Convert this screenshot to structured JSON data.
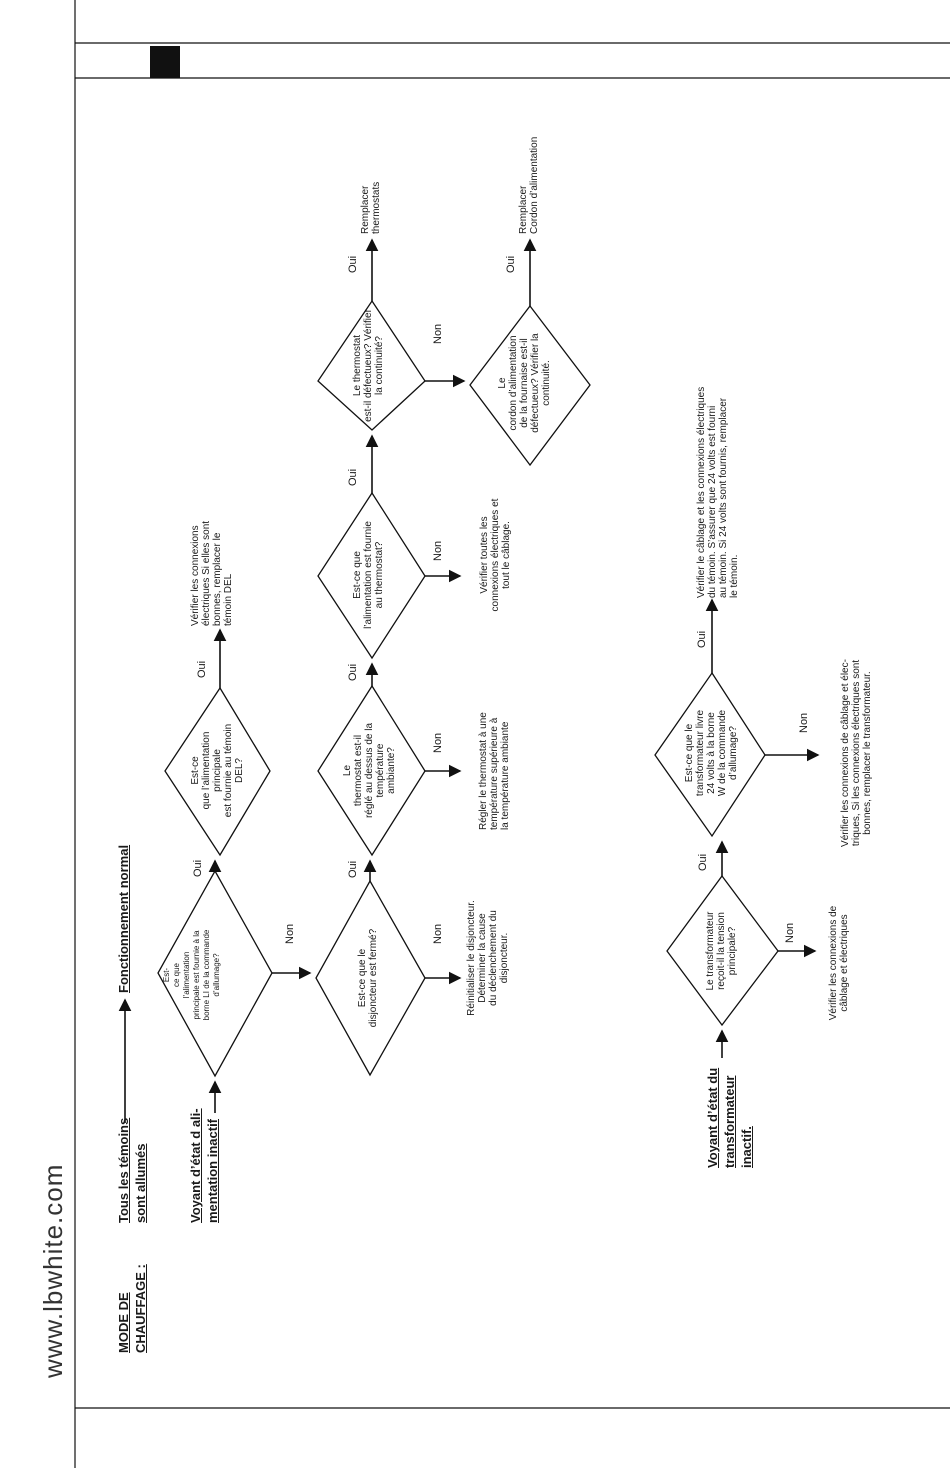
{
  "site": "www.lbwhite.com",
  "mode_label": "MODE DE\nCHAUFFAGE :",
  "normal": {
    "start": "Tous les témoins\nsont allumés",
    "result": "Fonctionnement normal"
  },
  "power": {
    "start": "Voyant d’état d ali-\nmentation inactif",
    "q1": "Est-\nce que\nl’alimentation\nprincipale est fournie à la\nborne LI de la commande\nd’allumage?",
    "q2": "Est-ce\nque l’alimentation\nprincipale\nest fournie au témoin\nDEL?",
    "q2_yes_action": "Vérifier les connexions\nélectriques Si elles sont\nbonnes, remplacer le\ntémoin DEL",
    "q3": "Est-ce que le\ndisjoncteur est fermé?",
    "q3_no_action": "Réinitialiser le disjoncteur.\nDéterminer la cause\ndu déclenchement du\ndisjoncteur.",
    "q4": "Le\nthermostat est-il\nréglé au dessus de la\ntempérature\nambiante?",
    "q4_no_action": "Régler le thermostat à une\ntempérature supérieure à\nla température ambiante",
    "q5": "Est-ce que\nl’alimentation est fournie\nau thermostat?",
    "q5_no_action": "Vérifier toutes les\nconnexions électriques et\ntout le câblage.",
    "q6": "Le thermostat\nest-il défectueux? Vérifier\nla continuité?",
    "q6_yes_action": "Remplacer\nthermostats",
    "q7": "Le\ncordon d’alimentation\nde la fournaise est-il\ndéfectueux? Vérifier la\ncontinuité.",
    "q7_yes_action": "Remplacer\nCordon d’alimentation"
  },
  "transformer": {
    "start": "Voyant d’état du\ntransformateur\ninactif.",
    "q1": "Le transformateur\nreçoit-il la tension\nprincipale?",
    "q1_no_action": "Vérifier les connexions de\ncâblage et électriques",
    "q2": "Est-ce que le\ntransformateur livre\n24 volts à la borne\nW de la commande\nd’allumage?",
    "q2_no_action": "Vérifier les connexions de câblage et élec-\ntriques, Si les connexions électriques sont\nbonnes, remplacer le transformateur.",
    "q2_yes_action": "Vérifier le câblage et les connexions électriques\ndu témoin. S’assurer que 24 volts est fourni\nau témoin. Si 24 volts sont fournis, remplacer\nle témoin."
  },
  "labels": {
    "yes": "Oui",
    "no": "Non"
  }
}
